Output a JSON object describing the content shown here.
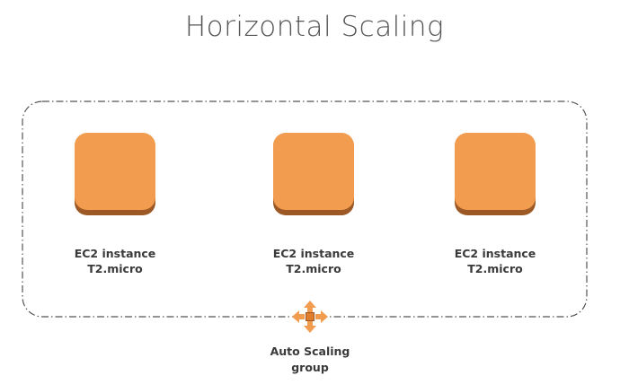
{
  "title": "Horizontal Scaling",
  "colors": {
    "instance_fill": "#F29C50",
    "instance_shadow": "#9D5925",
    "border": "#555555",
    "text": "#3a3a3a",
    "title": "#555555"
  },
  "instances": [
    {
      "line1": "EC2 instance",
      "line2": "T2.micro",
      "icon": "ec2-instance-icon"
    },
    {
      "line1": "EC2 instance",
      "line2": "T2.micro",
      "icon": "ec2-instance-icon"
    },
    {
      "line1": "EC2 instance",
      "line2": "T2.micro",
      "icon": "ec2-instance-icon"
    }
  ],
  "auto_scaling_group": {
    "line1": "Auto Scaling",
    "line2": "group",
    "icon": "auto-scaling-icon"
  }
}
